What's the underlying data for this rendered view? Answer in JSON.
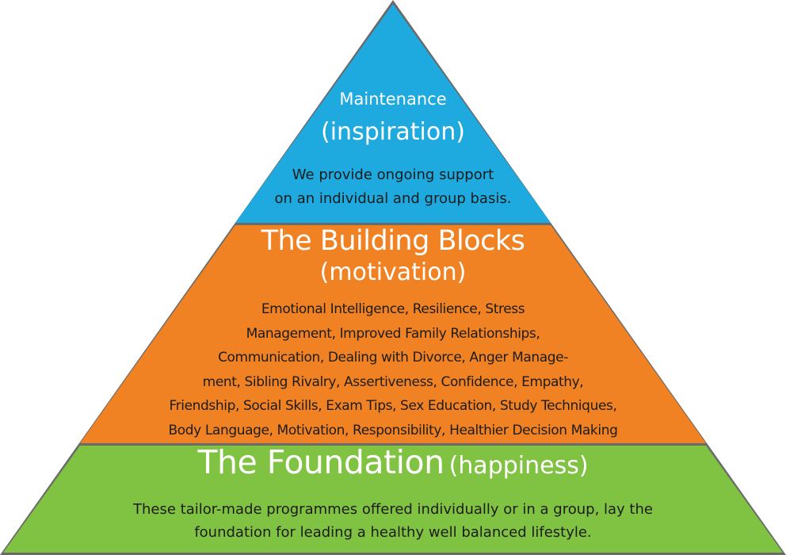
{
  "colors": {
    "top_tier": "#1ea9df",
    "middle_tier": "#f08224",
    "bottom_tier": "#80c241",
    "outline": "#6a6a6a"
  },
  "tiers": {
    "maintenance": {
      "title": "Maintenance",
      "subtitle": "(inspiration)",
      "description_lines": [
        "We provide ongoing support",
        "on an individual and group basis."
      ]
    },
    "building_blocks": {
      "title": "The Building Blocks",
      "subtitle": "(motivation)",
      "description_lines": [
        "Emotional Intelligence, Resilience, Stress",
        "Management, Improved Family Relationships,",
        "Communication, Dealing with Divorce,  Anger Manage-",
        "ment, Sibling Rivalry, Assertiveness, Confidence, Empathy,",
        "Friendship, Social Skills, Exam Tips, Sex Education, Study Techniques,",
        "Body Language, Motivation, Responsibility, Healthier Decision Making"
      ]
    },
    "foundation": {
      "title": "The Foundation",
      "subtitle": "(happiness)",
      "description_lines": [
        "These tailor-made programmes offered individually or in a group, lay the",
        "foundation for leading a healthy well balanced lifestyle."
      ]
    }
  }
}
